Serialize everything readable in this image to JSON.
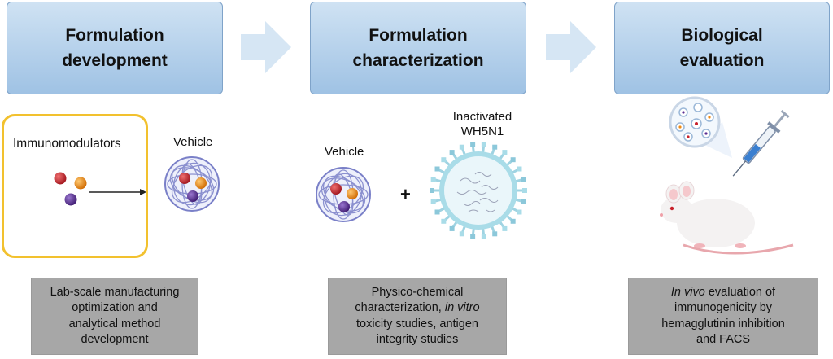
{
  "stages": [
    {
      "line1": "Formulation",
      "line2": "development"
    },
    {
      "line1": "Formulation",
      "line2": "characterization"
    },
    {
      "line1": "Biological",
      "line2": "evaluation"
    }
  ],
  "panel1": {
    "immunomodulators_label": "Immunomodulators",
    "vehicle_label": "Vehicle"
  },
  "panel2": {
    "vehicle_label": "Vehicle",
    "plus": "+",
    "virus_line1": "Inactivated",
    "virus_line2": "WH5N1"
  },
  "descriptions": {
    "d1": [
      "Lab-scale manufacturing",
      "optimization and",
      "analytical method",
      "development"
    ],
    "d2_line1": "Physico-chemical",
    "d2_line2_pre": "characterization, ",
    "d2_line2_italic": "in vitro",
    "d2_line3": "toxicity studies, antigen",
    "d2_line4": "integrity studies",
    "d3_line1_italic": "In vivo",
    "d3_line1_post": " evaluation of",
    "d3_line2": "immunogenicity by",
    "d3_line3": "hemagglutinin inhibition",
    "d3_line4": "and FACS"
  },
  "colors": {
    "stage_box": "#9fc2e4",
    "arrow": "#d6e6f4",
    "highlight_frame": "#f2c12e",
    "description_box": "#a7a7a7",
    "sphere_red": "#c8202a",
    "sphere_orange": "#f08a12",
    "sphere_purple": "#5a2d91",
    "vehicle_mesh": "#7a80c8",
    "virus": "#a9dce8"
  },
  "icons": [
    "molecule-icon",
    "nanoparticle-vehicle-icon",
    "virus-icon",
    "mouse-icon",
    "syringe-icon",
    "cell-magnifier-icon"
  ]
}
